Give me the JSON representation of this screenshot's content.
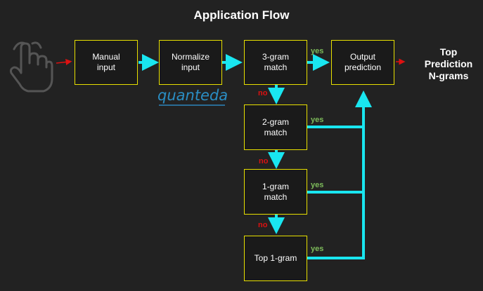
{
  "title": "Application Flow",
  "brand": {
    "name": "quanteda"
  },
  "nodes": {
    "manual_input": "Manual\ninput",
    "normalize_input": "Normalize\ninput",
    "trigram": "3-gram\nmatch",
    "bigram": "2-gram\nmatch",
    "unigram": "1-gram\nmatch",
    "top_unigram": "Top 1-gram",
    "output": "Output\nprediction"
  },
  "output_label": "Top\nPrediction\nN-grams",
  "edge_labels": {
    "yes_trigram": "yes",
    "yes_bigram": "yes",
    "yes_unigram": "yes",
    "yes_top": "yes",
    "no_trigram": "no",
    "no_bigram": "no",
    "no_unigram": "no"
  },
  "colors": {
    "background": "#222222",
    "box_border": "#e8e000",
    "flow_arrow": "#19e6f0",
    "input_arrow": "#dd1111",
    "yes_label": "#7dbb5a",
    "no_label": "#dd1111",
    "brand": "#2a8ec4"
  },
  "icons": {
    "start": "touch-hand-icon"
  }
}
